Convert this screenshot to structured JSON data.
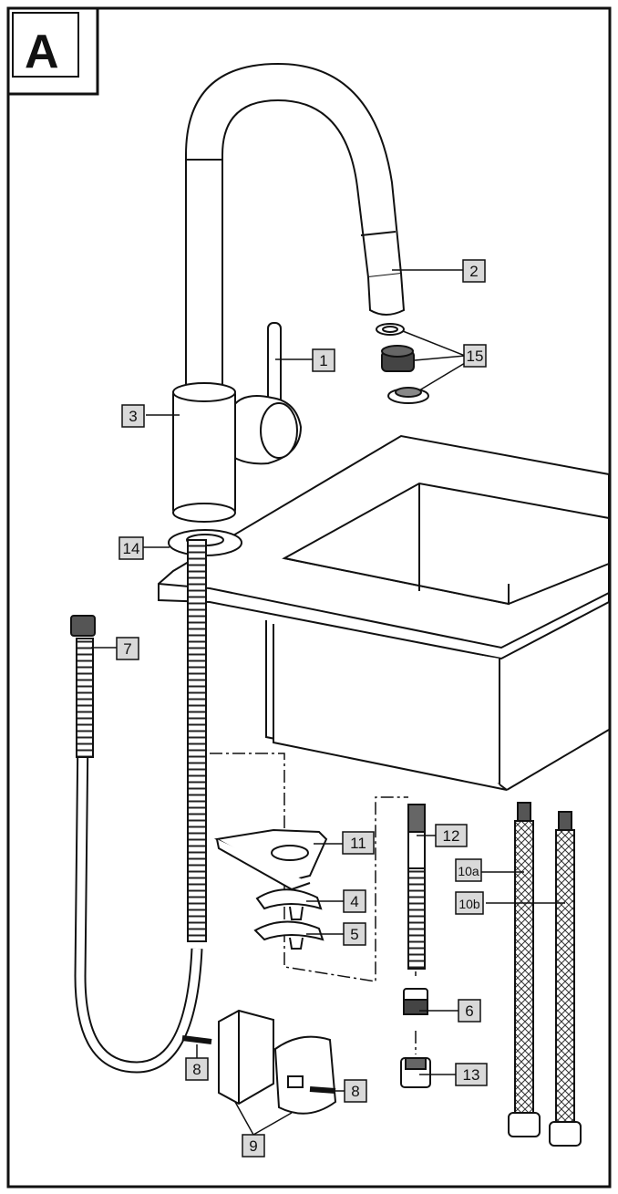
{
  "panel_label": "A",
  "callouts": {
    "c1": "1",
    "c2": "2",
    "c3": "3",
    "c4": "4",
    "c5": "5",
    "c6": "6",
    "c7": "7",
    "c8a": "8",
    "c8b": "8",
    "c9": "9",
    "c10a": "10a",
    "c10b": "10b",
    "c11": "11",
    "c12": "12",
    "c13": "13",
    "c14": "14",
    "c15": "15"
  },
  "colors": {
    "line": "#111111",
    "label_fill": "#d9d9d9",
    "panel_bg": "#ffffff"
  }
}
